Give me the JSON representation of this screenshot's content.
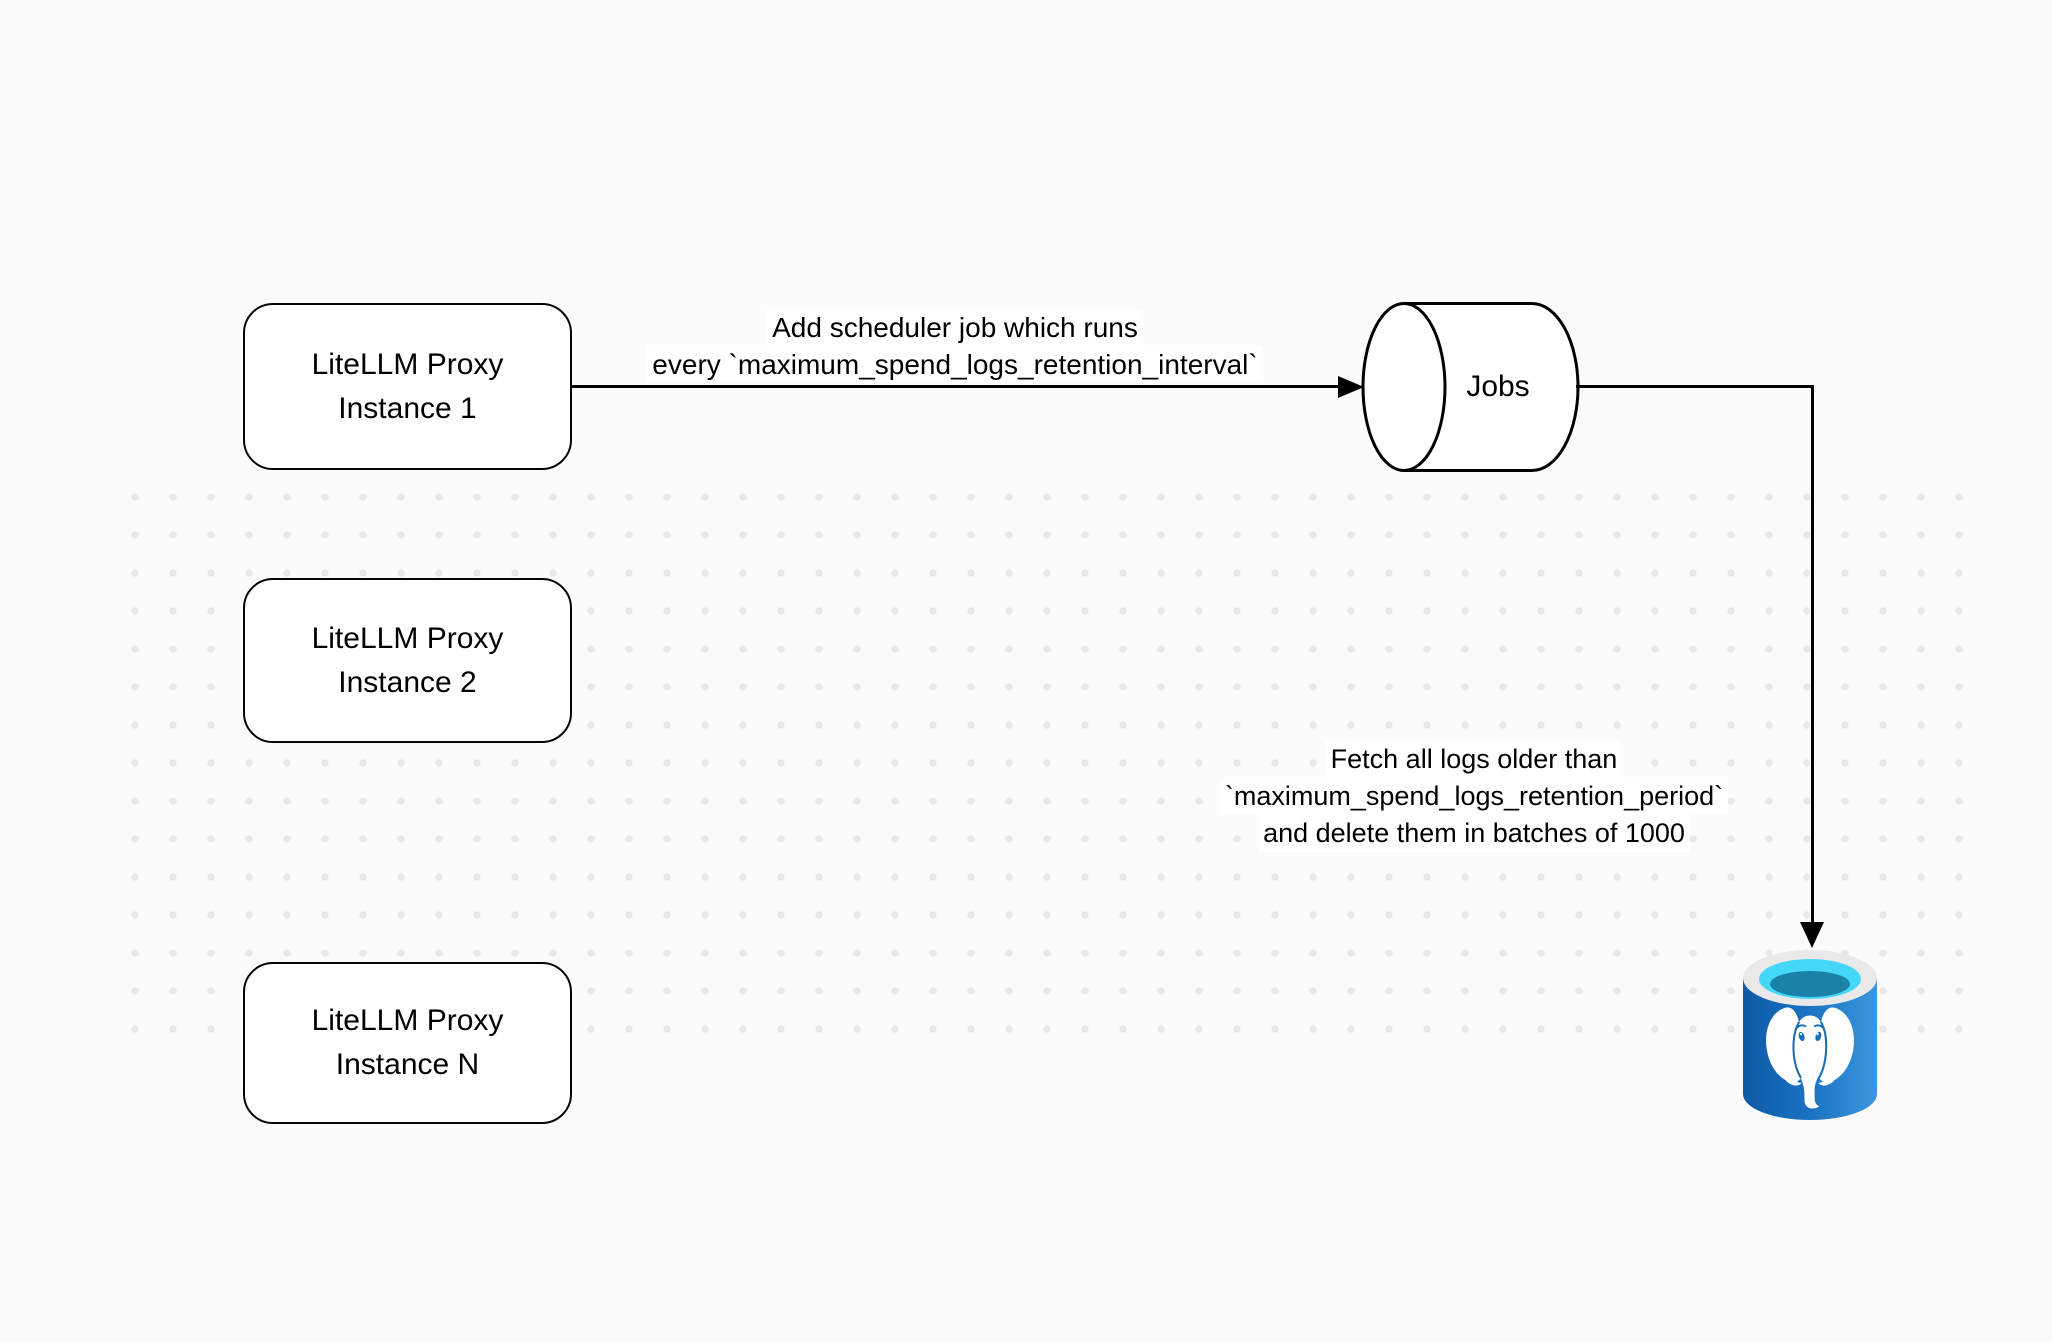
{
  "nodes": {
    "proxy1": {
      "line1": "LiteLLM Proxy",
      "line2": "Instance 1"
    },
    "proxy2": {
      "line1": "LiteLLM Proxy",
      "line2": "Instance 2"
    },
    "proxyN": {
      "line1": "LiteLLM Proxy",
      "line2": "Instance N"
    },
    "jobs": {
      "label": "Jobs"
    },
    "database": {
      "icon": "postgresql-database-icon"
    }
  },
  "edges": {
    "scheduler": {
      "line1": "Add scheduler job which runs",
      "line2": "every `maximum_spend_logs_retention_interval`"
    },
    "fetch": {
      "line1": "Fetch all logs older than",
      "line2": "`maximum_spend_logs_retention_period`",
      "line3": "and delete them in batches of 1000"
    }
  },
  "colors": {
    "canvas_bg": "#fbfbfb",
    "grid_dot": "#e8e8e8",
    "stroke": "#000000",
    "node_fill": "#ffffff",
    "pg_body_dark": "#0d5aa8",
    "pg_body_mid": "#1a72c2",
    "pg_body_light": "#3d97e0",
    "pg_rim": "#e9e9e9",
    "pg_ring_cyan": "#45d7f7",
    "pg_inner_teal": "#1b81a8",
    "pg_detail_blue": "#1a6cb5"
  }
}
